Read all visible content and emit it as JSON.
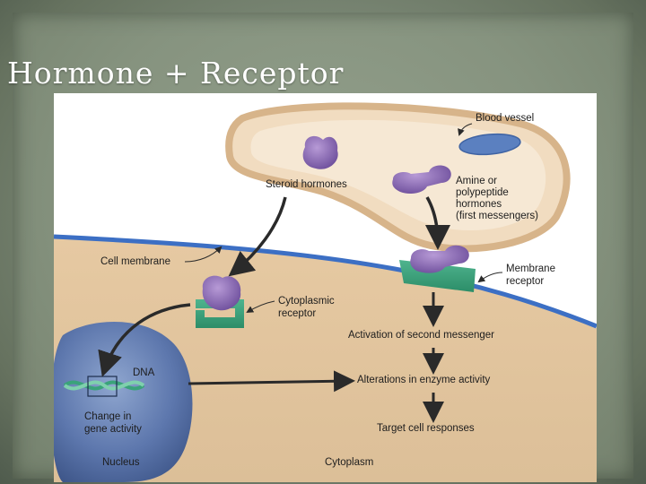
{
  "slide": {
    "title": "Hormone + Receptor"
  },
  "diagram": {
    "labels": {
      "blood_vessel": "Blood vessel",
      "steroid_hormones": "Steroid hormones",
      "amine_line1": "Amine or",
      "amine_line2": "polypeptide",
      "amine_line3": "hormones",
      "amine_line4": "(first messengers)",
      "cell_membrane": "Cell membrane",
      "membrane_receptor_line1": "Membrane",
      "membrane_receptor_line2": "receptor",
      "cytoplasmic_line1": "Cytoplasmic",
      "cytoplasmic_line2": "receptor",
      "second_messenger": "Activation of second messenger",
      "dna": "DNA",
      "enzyme_activity": "Alterations in enzyme activity",
      "gene_line1": "Change in",
      "gene_line2": "gene activity",
      "target_cell": "Target cell responses",
      "nucleus": "Nucleus",
      "cytoplasm": "Cytoplasm"
    }
  }
}
